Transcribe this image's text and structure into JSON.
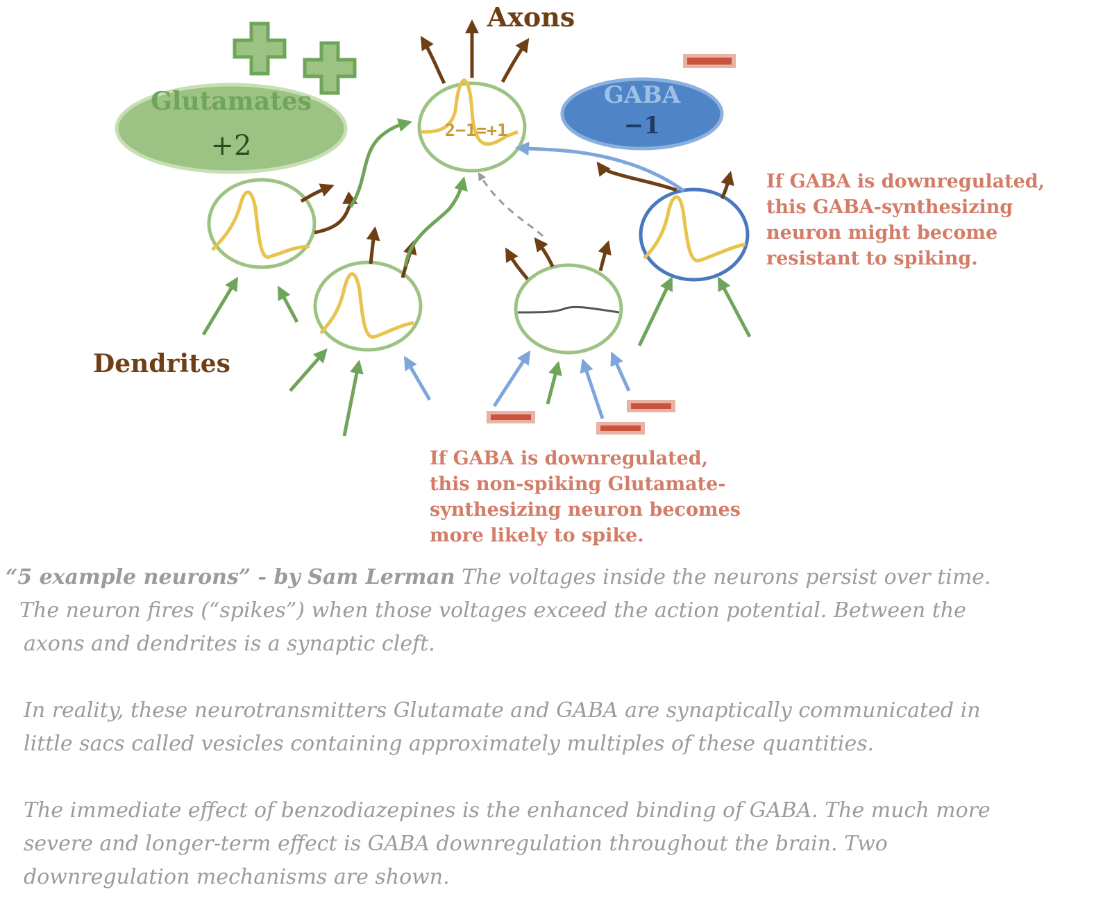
{
  "labels": {
    "axons": "Axons",
    "dendrites": "Dendrites",
    "glutamates_title": "Glutamates",
    "glutamates_value": "+2",
    "gaba_title": "GABA",
    "gaba_value": "−1",
    "central_equation": "2−1=+1"
  },
  "notes": {
    "gaba_neuron": [
      "If GABA is downregulated,",
      "this GABA-synthesizing",
      "neuron might become",
      "resistant to spiking."
    ],
    "nonspiking_neuron": [
      "If GABA is downregulated,",
      "this non-spiking Glutamate-",
      "synthesizing neuron becomes",
      "more likely to spike."
    ]
  },
  "caption": {
    "title": "“5 example neurons” - by Sam Lerman",
    "line1_rest": " The voltages inside the neurons persist over time.",
    "line2": "The neuron fires (“spikes”) when those voltages exceed the action potential.  Between the",
    "line3": "axons and dendrites is a synaptic cleft.",
    "para2_line1": "In reality, these neurotransmitters Glutamate and GABA  are synaptically communicated in",
    "para2_line2": "little sacs called vesicles containing approximately multiples of these quantities.",
    "para3_line1": "The immediate effect of benzodiazepines is the enhanced binding of GABA. The much more",
    "para3_line2": "severe and longer-term effect is GABA downregulation throughout the brain. Two",
    "para3_line3": "downregulation mechanisms are shown."
  },
  "colors": {
    "excitatory_green": "#6fa55a",
    "inhibitory_blue": "#7ea6da",
    "axon_brown": "#6e3f14",
    "spike_yellow": "#e8c34e",
    "minus_red": "#c9543d",
    "note_text": "#d37d68",
    "caption_text": "#9b9b9b"
  },
  "icons": [
    "plus-sign-icon",
    "minus-sign-icon"
  ]
}
